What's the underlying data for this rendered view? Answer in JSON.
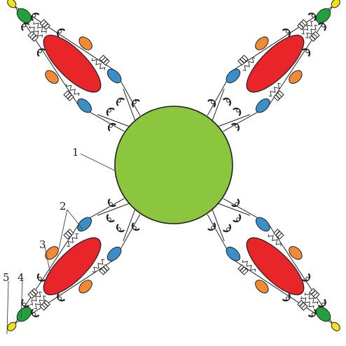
{
  "labels": {
    "hub": "1",
    "damper": "2",
    "mass": "3",
    "node": "4",
    "tip": "5"
  },
  "arms": [
    {
      "name": "arm-top-left",
      "angle": -135
    },
    {
      "name": "arm-top-right",
      "angle": -45
    },
    {
      "name": "arm-bottom-left",
      "angle": 135
    },
    {
      "name": "arm-bottom-right",
      "angle": 45
    }
  ],
  "colors": {
    "hub": "#8cc63f",
    "mass": "#e8262a",
    "blue_link": "#3a8fc8",
    "orange_link": "#f08a35",
    "node": "#22a03c",
    "tip": "#f4e11a",
    "line": "#222222"
  }
}
